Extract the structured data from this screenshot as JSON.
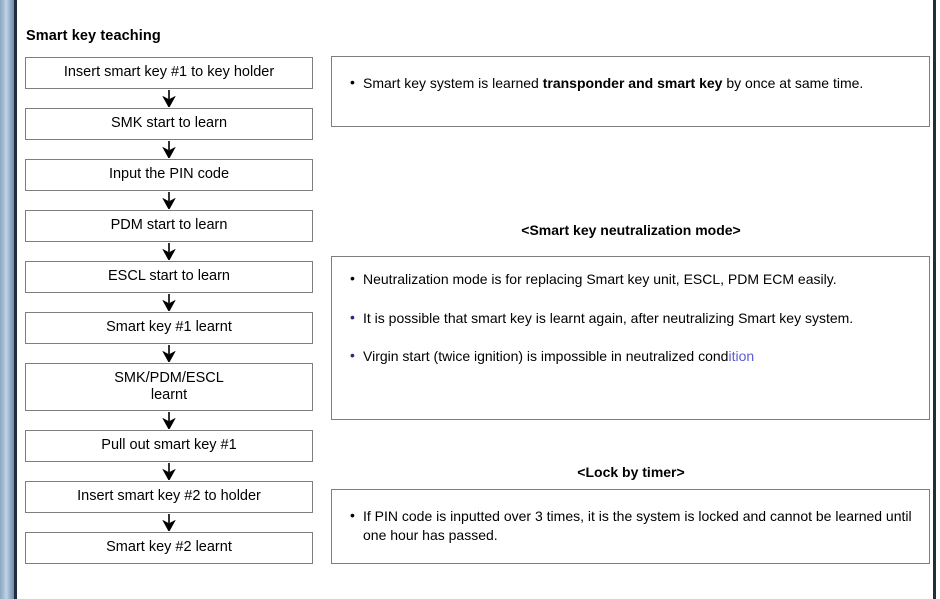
{
  "page": {
    "background": "#ffffff",
    "accent_rule_color": "#232c3d",
    "edge_gradient_color": "#8ca7c4",
    "box_border_color": "#7e7e7e"
  },
  "flowchart": {
    "title": "Smart key teaching",
    "arrow_icon": "down-arrow-icon",
    "nodes": [
      {
        "label": "Insert smart key #1 to key holder",
        "tall": false
      },
      {
        "label": "SMK start to learn",
        "tall": false
      },
      {
        "label": "Input the PIN code",
        "tall": false
      },
      {
        "label": "PDM start to learn",
        "tall": false
      },
      {
        "label": "ESCL start to learn",
        "tall": false
      },
      {
        "label": "Smart key #1 learnt",
        "tall": false
      },
      {
        "label": "SMK/PDM/ESCL\nlearnt",
        "tall": true
      },
      {
        "label": "Pull out smart key #1",
        "tall": false
      },
      {
        "label": "Insert smart key #2 to holder",
        "tall": false
      },
      {
        "label": "Smart key #2 learnt",
        "tall": false
      }
    ]
  },
  "notes_panel": {
    "bullets": [
      {
        "pre": "Smart key system is learned ",
        "strong": "transponder and smart key",
        "post": " by once at same  time.",
        "bullet_color": "#000000"
      }
    ]
  },
  "neutralization": {
    "heading": "<Smart key neutralization mode>",
    "bullets": [
      {
        "text": "Neutralization mode is for replacing Smart key unit, ESCL, PDM ECM easily.",
        "bullet_color": "#000000"
      },
      {
        "text": "It is possible that smart key is learnt again, after neutralizing Smart key system.",
        "bullet_color": "#2a2a7a"
      },
      {
        "head": "Virgin start (twice ignition) is impossible in neutralized cond",
        "tail": "ition",
        "bullet_color": "#2a2a7a",
        "tail_color": "#5b5bd6"
      }
    ]
  },
  "lock_by_timer": {
    "heading": "<Lock by timer>",
    "bullets": [
      {
        "text": "If PIN code is inputted over 3 times, it is the system is locked and cannot be learned until one hour has passed.",
        "bullet_color": "#000000"
      }
    ]
  }
}
